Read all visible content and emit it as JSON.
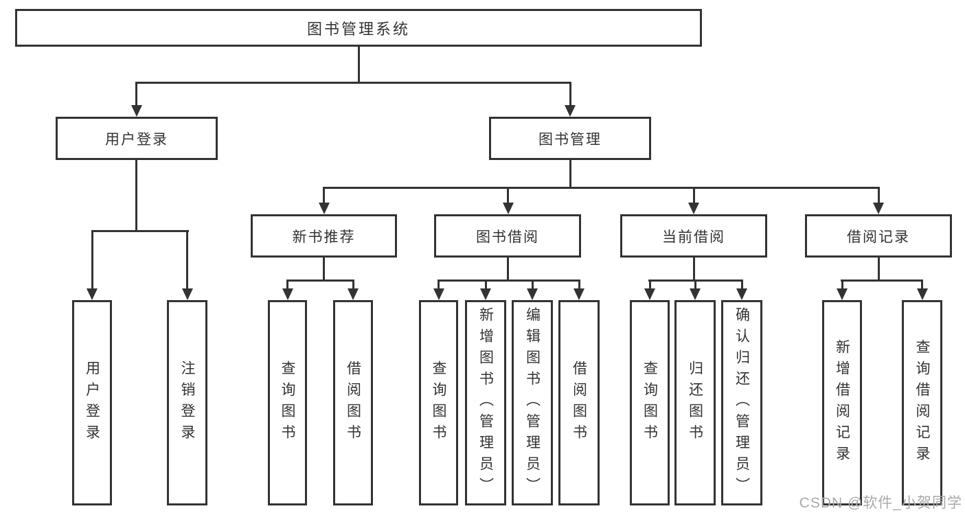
{
  "nodes": {
    "root": "图书管理系统",
    "login": {
      "label": "用户登录",
      "children": [
        "用户登录",
        "注销登录"
      ]
    },
    "management": {
      "label": "图书管理"
    },
    "recommend": {
      "label": "新书推荐",
      "children": [
        "查询图书",
        "借阅图书"
      ]
    },
    "borrowing": {
      "label": "图书借阅",
      "children": [
        "查询图书",
        "新增图书（管理员）",
        "编辑图书（管理员）",
        "借阅图书"
      ]
    },
    "current": {
      "label": "当前借阅",
      "children": [
        "查询图书",
        "归还图书",
        "确认归还（管理员）"
      ]
    },
    "records": {
      "label": "借阅记录",
      "children": [
        "新增借阅记录",
        "查询借阅记录"
      ]
    }
  },
  "watermark": "CSDN @软件_小贺同学",
  "colors": {
    "line": "#333333",
    "text": "#333333",
    "watermark": "#aaaaaa",
    "background": "#ffffff"
  }
}
